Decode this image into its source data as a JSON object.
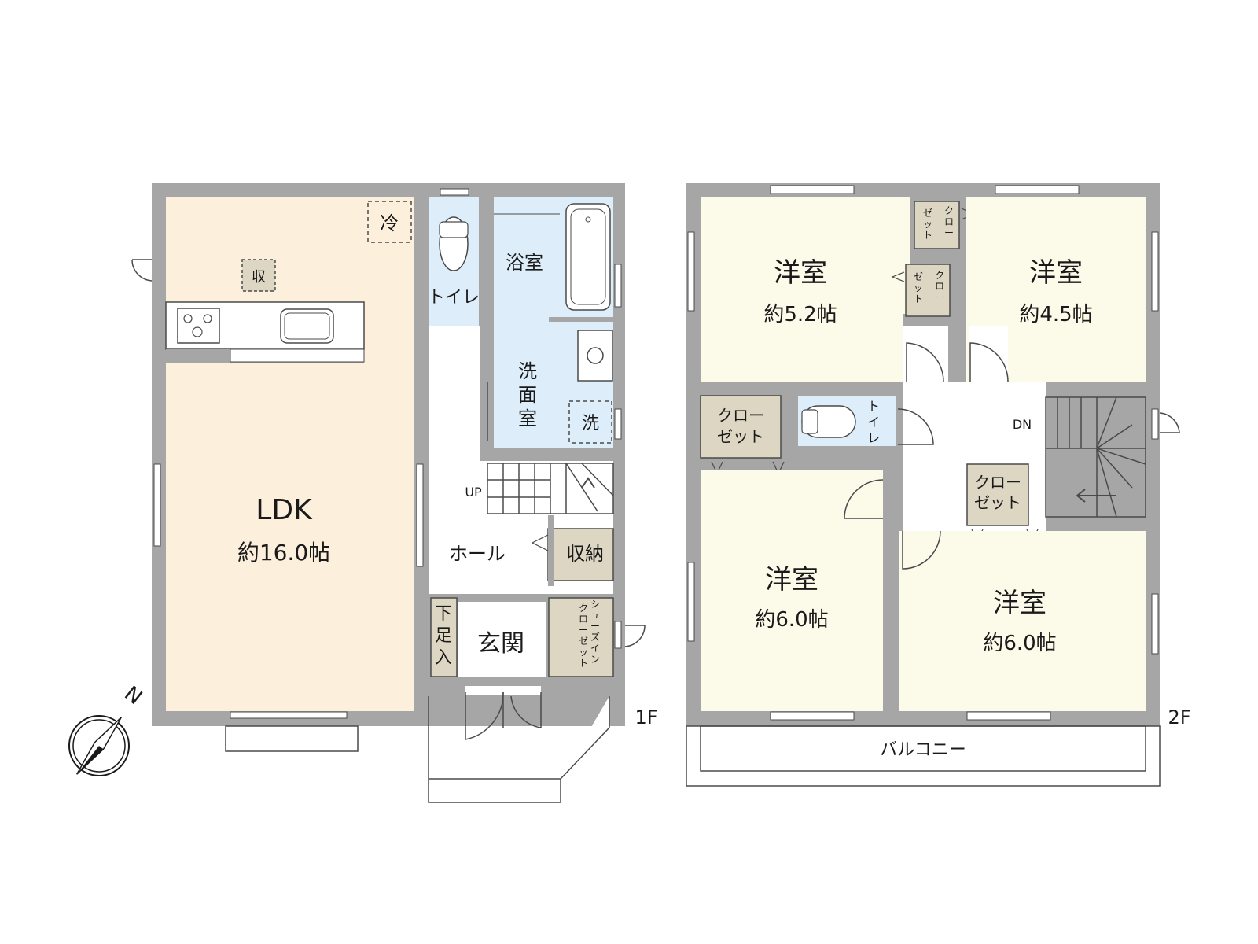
{
  "colors": {
    "wall": "#a6a6a6",
    "ldk": "#fcf0dc",
    "wet": "#ddeefa",
    "western": "#fcfbea",
    "storage": "#ddd6c3",
    "floor": "#ffffff",
    "line": "#4a4a4a"
  },
  "compass": {
    "label": "N"
  },
  "floor1": {
    "label": "1F",
    "ldk": {
      "name": "LDK",
      "size": "約16.0帖"
    },
    "fridge": "冷",
    "kitchen_storage": "収",
    "toilet": "トイレ",
    "bath": "浴室",
    "washroom": "洗面室",
    "washer": "洗",
    "stairs": "UP",
    "hall": "ホール",
    "storage": "収納",
    "shoe_cabinet": "下足入",
    "shoe_closet": "シューズインクローゼット",
    "entrance": "玄関"
  },
  "floor2": {
    "label": "2F",
    "room_nw": {
      "name": "洋室",
      "size": "約5.2帖"
    },
    "room_ne": {
      "name": "洋室",
      "size": "約4.5帖"
    },
    "room_sw": {
      "name": "洋室",
      "size": "約6.0帖"
    },
    "room_se": {
      "name": "洋室",
      "size": "約6.0帖"
    },
    "closet_small_a": "クローゼット",
    "closet_small_b": "クローゼット",
    "closet_w": "クローゼット",
    "closet_c": "クローゼット",
    "toilet": "トイレ",
    "stairs": "DN",
    "balcony": "バルコニー"
  }
}
